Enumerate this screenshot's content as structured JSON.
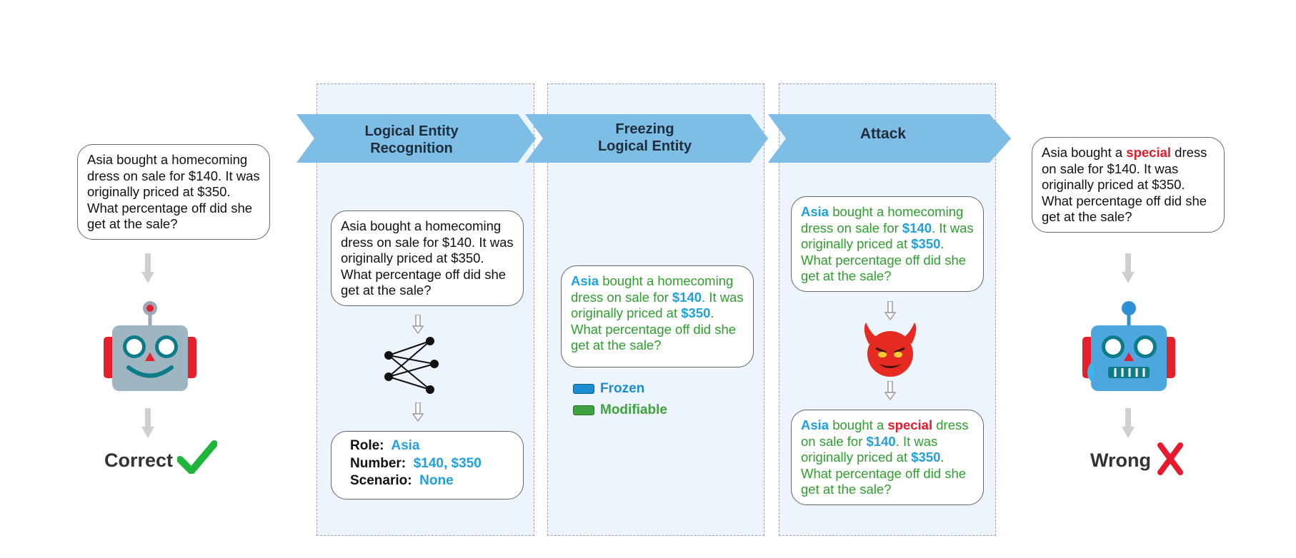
{
  "stages": {
    "recognition": "Logical Entity Recognition",
    "recognition_l1": "Logical Entity",
    "recognition_l2": "Recognition",
    "freezing_l1": "Freezing",
    "freezing_l2": "Logical Entity",
    "attack": "Attack"
  },
  "question": {
    "p1": "Asia bought a homecoming dress on sale for $140. It was originally priced at $350. What percentage off did she get at the sale?",
    "entity_role": "Asia",
    "s1": " bought a homecoming dress on sale for ",
    "entity_n1": "$140",
    "s2": ". It was originally priced at ",
    "entity_n2": "$350",
    "s3": ". What percentage off did she get at the sale?"
  },
  "attacked": {
    "role": "Asia",
    "a1": " bought a ",
    "special": "special",
    "a2": " dress on sale for ",
    "n1": "$140",
    "a3": ". It was originally priced at ",
    "n2": "$350",
    "a4": ". What percentage off did she get at the sale?",
    "plain1": "Asia bought a ",
    "plain2": " dress on sale for $140. It was originally priced at $350. What percentage off did she get at the sale?"
  },
  "entities": {
    "role_label": "Role:",
    "role_value": "Asia",
    "number_label": "Number:",
    "number_value": "$140, $350",
    "scenario_label": "Scenario:",
    "scenario_value": "None"
  },
  "legend": {
    "frozen": "Frozen",
    "modifiable": "Modifiable"
  },
  "results": {
    "correct": "Correct",
    "wrong": "Wrong"
  },
  "colors": {
    "frozen": "#1fa1dc",
    "modifiable": "#2f9e2f",
    "adversarial": "#e8192c",
    "banner": "#7dbde6"
  },
  "icons": [
    "robot-happy-icon",
    "robot-sad-icon",
    "devil-icon",
    "neural-network-icon",
    "checkmark-icon",
    "cross-icon"
  ]
}
